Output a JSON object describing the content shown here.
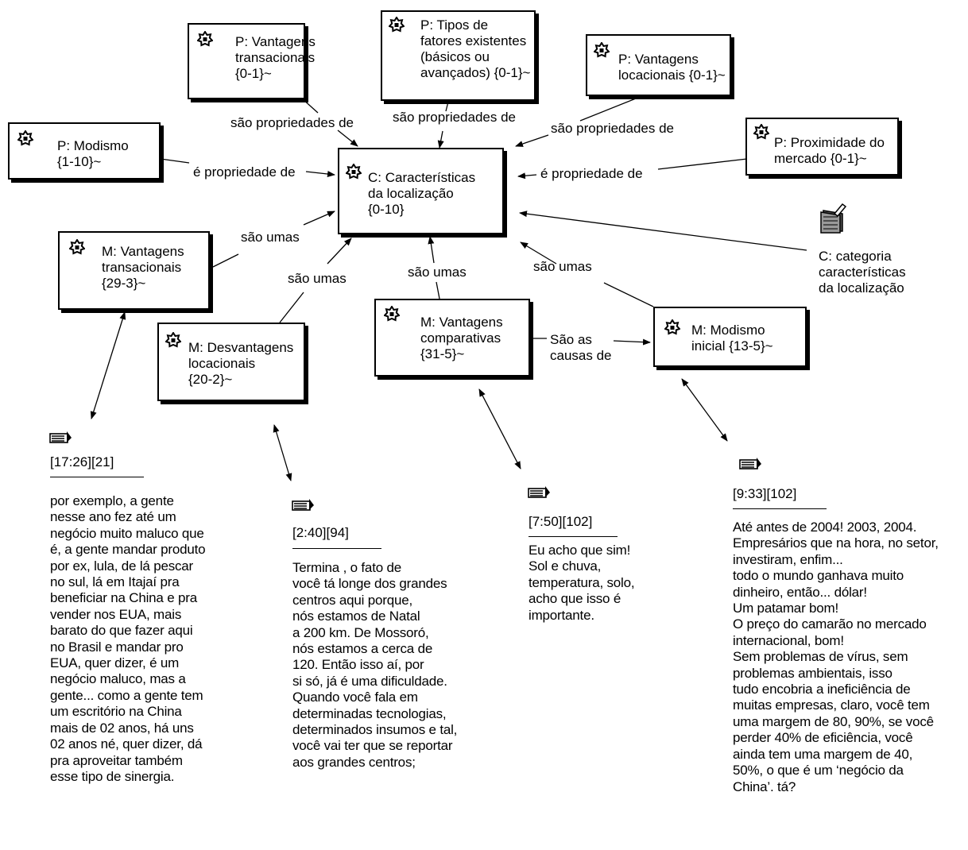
{
  "nodes": {
    "vantagens_transacionais_p": "P: Vantagens\ntransacionais\n{0-1}~",
    "tipos_fatores": "P: Tipos de\nfatores existentes\n(básicos ou\navançados) {0-1}~",
    "vantagens_locacionais_p": "P: Vantagens\nlocacionais {0-1}~",
    "modismo_p": "P: Modismo\n{1-10}~",
    "proximidade_mercado": "P: Proximidade do\nmercado {0-1}~",
    "caracteristicas_localizacao": "C: Características\nda localização\n{0-10}",
    "vantagens_transacionais_m": "M: Vantagens\ntransacionais\n{29-3}~",
    "desvantagens_locacionais": "M: Desvantagens\nlocacionais\n{20-2}~",
    "vantagens_comparativas": "M: Vantagens\ncomparativas\n{31-5}~",
    "modismo_inicial": "M: Modismo\ninicial {13-5}~"
  },
  "links": {
    "sao_propriedades_de_1": "são propriedades de",
    "sao_propriedades_de_2": "são propriedades de",
    "sao_propriedades_de_3": "são propriedades de",
    "e_propriedade_de_1": "é propriedade de",
    "e_propriedade_de_2": "é propriedade de",
    "sao_umas_1": "são umas",
    "sao_umas_2": "são umas",
    "sao_umas_3": "são umas",
    "sao_umas_4": "são umas",
    "sao_as_causas_de": "São as\ncausas de"
  },
  "category": {
    "label": "C: categoria\ncaracterísticas\nda localização",
    "icon": "category-folder-icon"
  },
  "quotes": [
    {
      "ref": "[17:26][21]",
      "text": "por exemplo, a gente\nnesse ano fez até um\nnegócio muito maluco que\né, a gente mandar produto\npor ex, lula, de lá pescar\nno sul, lá em Itajaí pra\nbeneficiar na China e pra\nvender nos EUA, mais\nbarato do que fazer aqui\nno Brasil e mandar pro\nEUA, quer dizer, é um\nnegócio maluco, mas a\ngente... como a gente tem\num escritório na China\nmais de 02 anos, há uns\n02 anos né, quer dizer, dá\npra aproveitar também\nesse tipo de sinergia."
    },
    {
      "ref": "[2:40][94]",
      "text": "Termina , o fato de\nvocê tá longe dos grandes\ncentros aqui porque,\nnós estamos de Natal\na 200 km. De Mossoró,\nnós estamos a cerca de\n120. Então isso aí, por\nsi só, já é uma dificuldade.\nQuando você fala em\ndeterminadas tecnologias,\ndeterminados insumos e tal,\nvocê vai ter que se reportar\naos grandes centros;"
    },
    {
      "ref": "[7:50][102]",
      "text": "Eu acho que sim!\nSol e chuva,\ntemperatura, solo,\nacho que isso é\nimportante."
    },
    {
      "ref": "[9:33][102]",
      "text": "Até antes de 2004! 2003, 2004.\nEmpresários que na hora, no setor,\ninvestiram, enfim...\ntodo o mundo ganhava muito\ndinheiro, então... dólar!\nUm patamar bom!\nO preço do camarão no mercado\ninternacional, bom!\nSem problemas de vírus, sem\nproblemas ambientais, isso\ntudo encobria a ineficiência de\nmuitas empresas, claro, você tem\numa margem de 80, 90%, se você\nperder 40% de eficiência, você\nainda tem uma margem de 40,\n50%, o que é um ‘negócio da\nChina’. tá?"
    }
  ]
}
